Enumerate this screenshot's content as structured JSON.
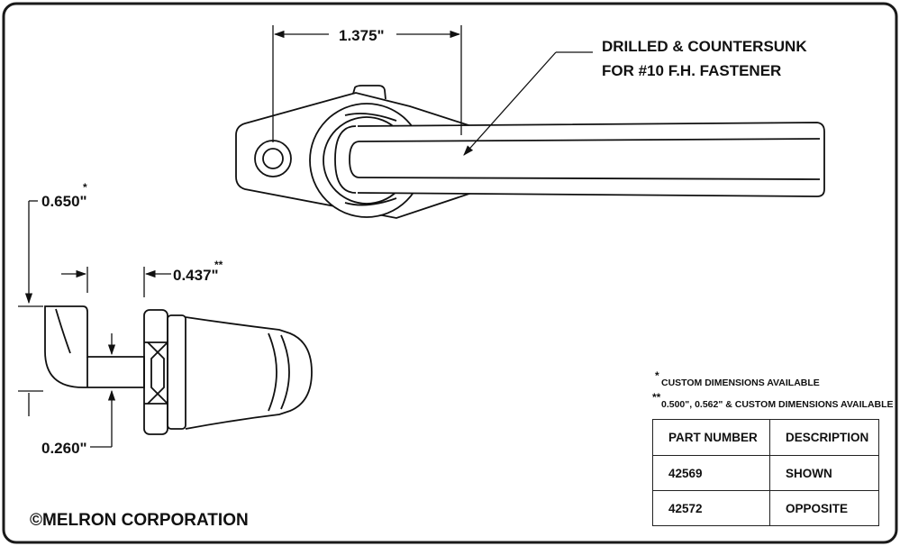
{
  "dimensions": {
    "width_1375": "1.375\"",
    "height_0650": "0.650\"",
    "height_0650_mark": "*",
    "offset_0437": "0.437\"",
    "offset_0437_mark": "**",
    "height_0260": "0.260\""
  },
  "callout": {
    "line1": "DRILLED & COUNTERSUNK",
    "line2": "FOR #10 F.H. FASTENER"
  },
  "notes": {
    "note1_mark": "*",
    "note1": "CUSTOM DIMENSIONS AVAILABLE",
    "note2_mark": "**",
    "note2": "0.500\", 0.562\" & CUSTOM DIMENSIONS AVAILABLE"
  },
  "table": {
    "headers": [
      "PART NUMBER",
      "DESCRIPTION"
    ],
    "rows": [
      [
        "42569",
        "SHOWN"
      ],
      [
        "42572",
        "OPPOSITE"
      ]
    ]
  },
  "copyright": "©MELRON CORPORATION",
  "colors": {
    "line": "#111111",
    "frame": "#1a1a1a",
    "background": "#ffffff"
  }
}
